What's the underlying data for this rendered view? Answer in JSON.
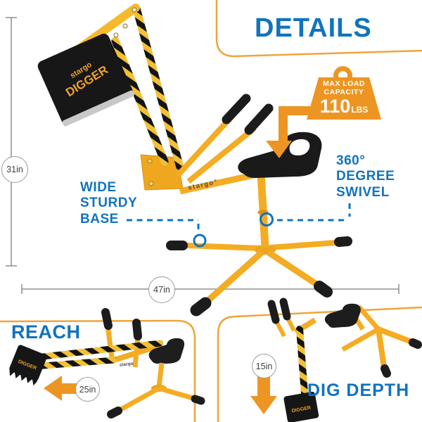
{
  "title": "DETAILS",
  "badge": {
    "line1": "MAX LOAD",
    "line2": "CAPACITY",
    "value": "110",
    "unit": "LBS"
  },
  "labels": {
    "swivel": [
      "360°",
      "DEGREE",
      "SWIVEL"
    ],
    "base": [
      "WIDE",
      "STURDY",
      "BASE"
    ],
    "reach": "REACH",
    "dig_depth": "DIG DEPTH"
  },
  "measurements": {
    "height": "31in",
    "width": "47in",
    "reach": "25in",
    "dig_depth": "15in"
  },
  "brand": {
    "frame": "stargo°",
    "frame_small": "stargo",
    "scoop_top": "stargo",
    "scoop_main": "DIGGER"
  },
  "colors": {
    "blue": "#1173BE",
    "orange": "#ED9522",
    "yellow": "#F4AC22",
    "dim_gray": "#8F8F8F"
  }
}
